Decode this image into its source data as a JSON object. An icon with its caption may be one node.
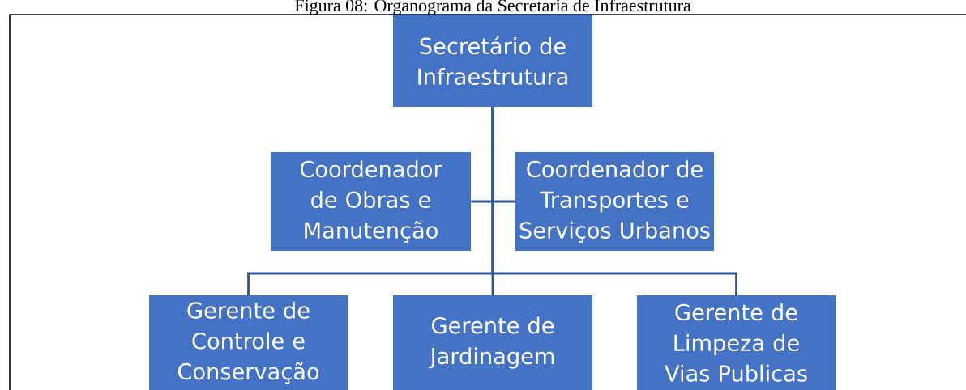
{
  "diagram": {
    "title": "Figura 08: Organograma da Secretaria de Infraestrutura",
    "nodes": [
      {
        "text": [
          "Secretário de Infraestrutura"
        ]
      },
      {
        "text": [
          "Coordenador de Obras e Manutenção"
        ]
      },
      {
        "text": [
          "Coordenador de Transportes e Serviços Urbanos"
        ]
      },
      {
        "text": [
          "Gerente de Controle e Conservação"
        ]
      },
      {
        "text": [
          "Gerente de Jardinagem"
        ]
      },
      {
        "text": [
          "Gerente de Limpeza de Vias Publicas"
        ]
      }
    ],
    "edges": [
      {
        "from": 0,
        "to": 1,
        "arrow": "none"
      },
      {
        "from": 0,
        "to": 2,
        "arrow": "none"
      },
      {
        "from": 0,
        "to": 3,
        "arrow": "none"
      },
      {
        "from": 0,
        "to": 4,
        "arrow": "none"
      },
      {
        "from": 0,
        "to": 5,
        "arrow": "none"
      }
    ]
  }
}
